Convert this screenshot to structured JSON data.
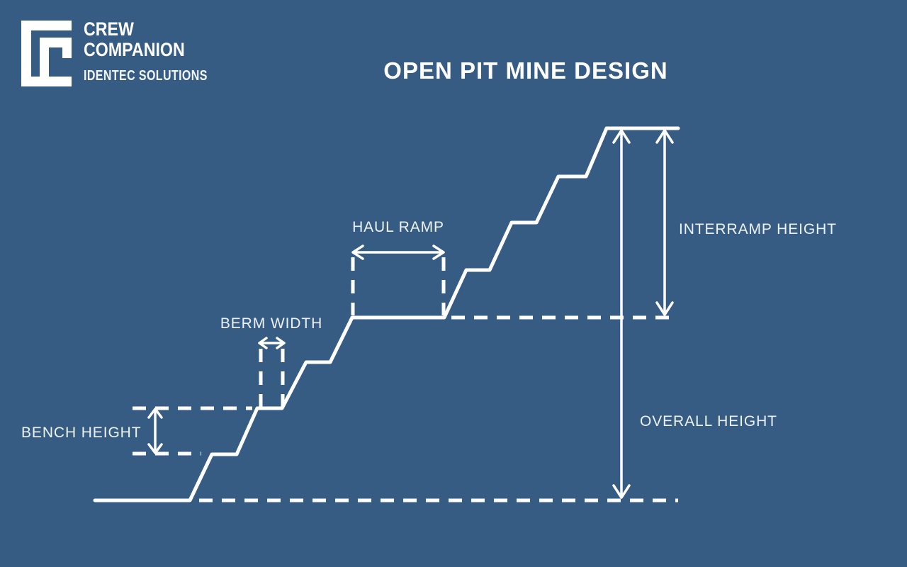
{
  "page": {
    "background_color": "#365C83",
    "line_color": "#FFFFFF"
  },
  "header": {
    "logo": {
      "line1": "CREW",
      "line2": "COMPANION",
      "line3": "IDENTEC SOLUTIONS"
    },
    "title": "OPEN PIT MINE DESIGN"
  },
  "diagram": {
    "type": "annotated stepped open-pit bench profile",
    "labels": {
      "bench_height": "BENCH HEIGHT",
      "berm_width": "BERM WIDTH",
      "haul_ramp": "HAUL RAMP",
      "interramp_height": "INTERRAMP HEIGHT",
      "overall_height": "OVERALL HEIGHT"
    }
  }
}
